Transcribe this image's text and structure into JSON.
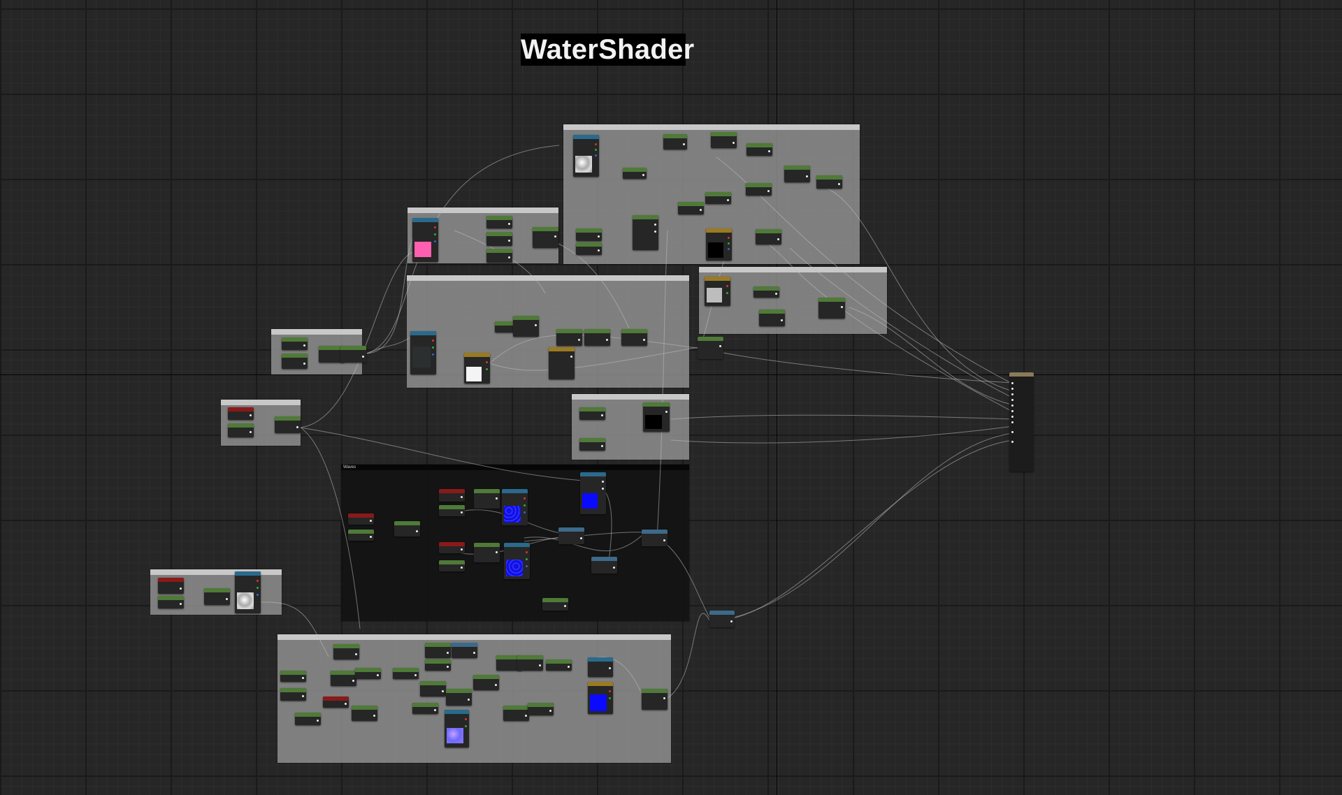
{
  "graph": {
    "title": "WaterShader"
  },
  "comments": [
    {
      "id": "c1",
      "label": "",
      "dark": false
    },
    {
      "id": "c2",
      "label": "",
      "dark": false
    },
    {
      "id": "c3",
      "label": "",
      "dark": false
    },
    {
      "id": "c4",
      "label": "",
      "dark": false
    },
    {
      "id": "c5",
      "label": "",
      "dark": false
    },
    {
      "id": "c6",
      "label": "",
      "dark": false
    },
    {
      "id": "c7",
      "label": "",
      "dark": false
    },
    {
      "id": "c8",
      "label": "Waves",
      "dark": true
    },
    {
      "id": "c9",
      "label": "",
      "dark": false
    },
    {
      "id": "c10",
      "label": "",
      "dark": false
    }
  ],
  "colors": {
    "pink_swatch": "#ff5fb0",
    "white_swatch": "#f4f4f4",
    "black_swatch": "#000000",
    "gray_swatch": "#bdbdbd",
    "blue_swatch": "#0a0aff",
    "wire": "#bfbfbf"
  }
}
